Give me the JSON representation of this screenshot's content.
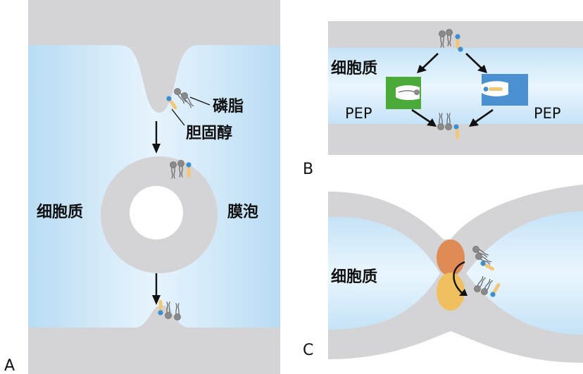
{
  "panels": {
    "a": {
      "letter": "A",
      "cytoplasm": "细胞质",
      "vesicle": "膜泡",
      "phospholipid": "磷脂",
      "cholesterol": "胆固醇"
    },
    "b": {
      "letter": "B",
      "cytoplasm": "细胞质",
      "pep_left": "PEP",
      "pep_right": "PEP"
    },
    "c": {
      "letter": "C",
      "cytoplasm": "细胞质"
    }
  },
  "colors": {
    "membrane": "#d4d4d6",
    "cytoplasm_light": "#e6f3fc",
    "cytoplasm_mid": "#b9dcf4",
    "lipid_head": "#8c8c8c",
    "lipid_tail": "#555555",
    "cholesterol_head": "#3d8fd0",
    "cholesterol_body": "#f2c77a",
    "pep_green": "#4caa3a",
    "pep_blue": "#4b90d0",
    "fusion_orange": "#e08a55",
    "fusion_yellow": "#f0c060"
  }
}
